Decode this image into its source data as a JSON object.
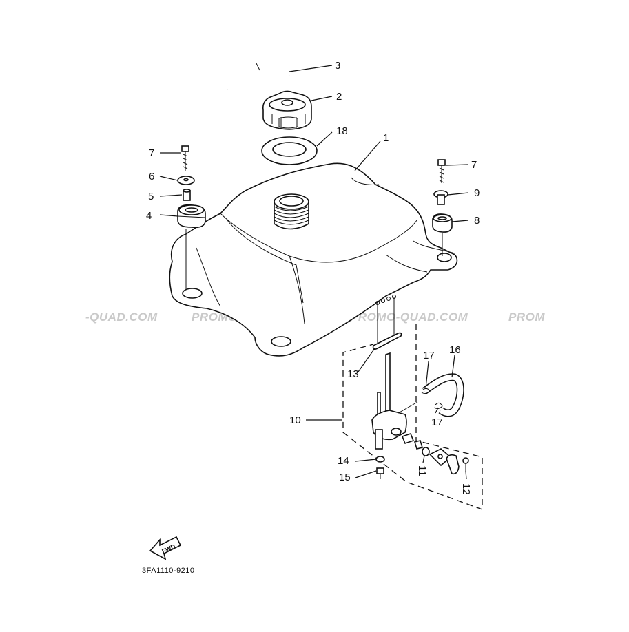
{
  "watermarks": [
    "-QUAD.COM",
    "PROMO-QUAD.COM",
    "PROMO-QUAD.COM",
    "PROM"
  ],
  "part_numbers": [
    "1",
    "2",
    "3",
    "4",
    "5",
    "6",
    "7",
    "7",
    "8",
    "9",
    "10",
    "11",
    "12",
    "13",
    "14",
    "15",
    "16",
    "17",
    "17",
    "18"
  ],
  "fwd_label": "FWD",
  "drawing_code": "3FA1110-9210"
}
